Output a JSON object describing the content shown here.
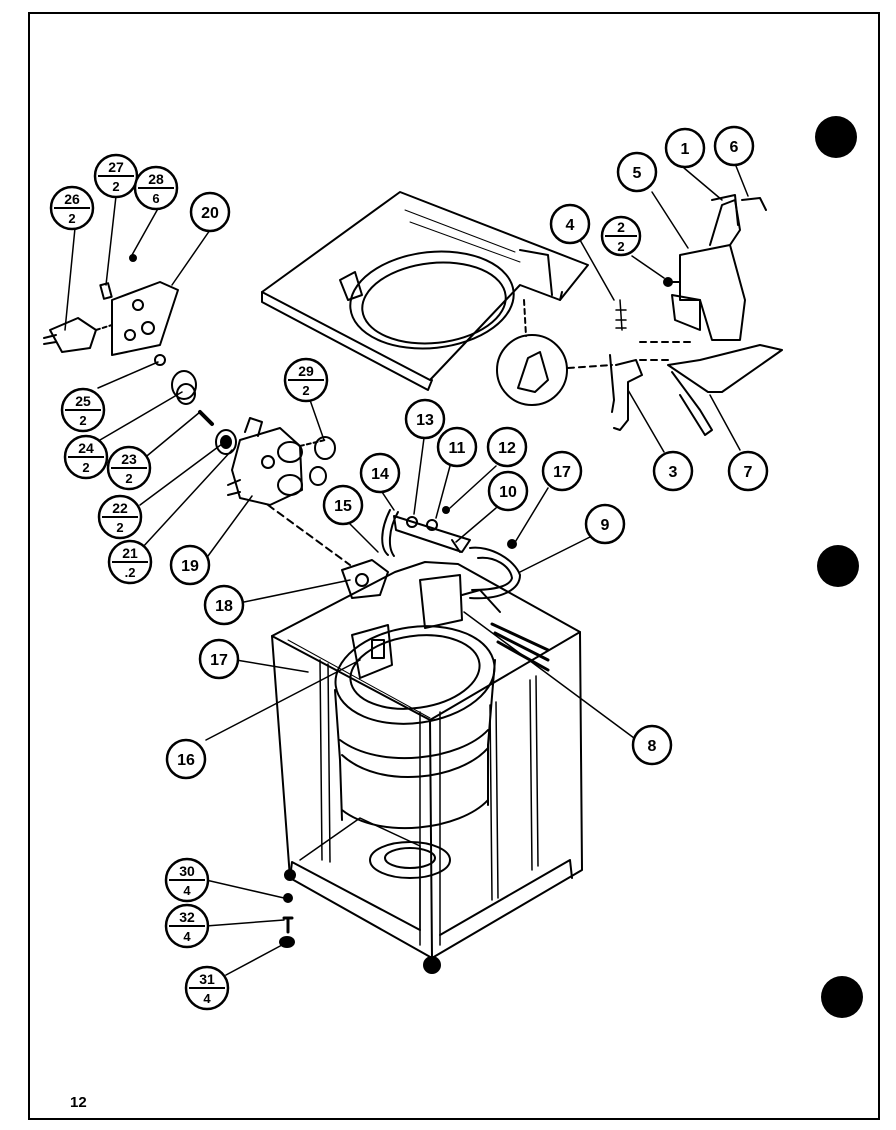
{
  "page_number": "12",
  "callouts": [
    {
      "id": "c1",
      "number": "1",
      "qty": ""
    },
    {
      "id": "c6",
      "number": "6",
      "qty": ""
    },
    {
      "id": "c5",
      "number": "5",
      "qty": ""
    },
    {
      "id": "c4",
      "number": "4",
      "qty": ""
    },
    {
      "id": "c2",
      "number": "2",
      "qty": "2"
    },
    {
      "id": "c3",
      "number": "3",
      "qty": ""
    },
    {
      "id": "c7",
      "number": "7",
      "qty": ""
    },
    {
      "id": "c27",
      "number": "27",
      "qty": "2"
    },
    {
      "id": "c28",
      "number": "28",
      "qty": "6"
    },
    {
      "id": "c26",
      "number": "26",
      "qty": "2"
    },
    {
      "id": "c20",
      "number": "20",
      "qty": ""
    },
    {
      "id": "c25",
      "number": "25",
      "qty": "2"
    },
    {
      "id": "c24",
      "number": "24",
      "qty": "2"
    },
    {
      "id": "c23",
      "number": "23",
      "qty": "2"
    },
    {
      "id": "c22",
      "number": "22",
      "qty": "2"
    },
    {
      "id": "c21",
      "number": "21",
      "qty": ".2"
    },
    {
      "id": "c19",
      "number": "19",
      "qty": ""
    },
    {
      "id": "c29",
      "number": "29",
      "qty": "2"
    },
    {
      "id": "c13",
      "number": "13",
      "qty": ""
    },
    {
      "id": "c11",
      "number": "11",
      "qty": ""
    },
    {
      "id": "c12",
      "number": "12",
      "qty": ""
    },
    {
      "id": "c14",
      "number": "14",
      "qty": ""
    },
    {
      "id": "c15",
      "number": "15",
      "qty": ""
    },
    {
      "id": "c10",
      "number": "10",
      "qty": ""
    },
    {
      "id": "c17a",
      "number": "17",
      "qty": ""
    },
    {
      "id": "c9",
      "number": "9",
      "qty": ""
    },
    {
      "id": "c18",
      "number": "18",
      "qty": ""
    },
    {
      "id": "c17b",
      "number": "17",
      "qty": ""
    },
    {
      "id": "c16",
      "number": "16",
      "qty": ""
    },
    {
      "id": "c8",
      "number": "8",
      "qty": ""
    },
    {
      "id": "c30",
      "number": "30",
      "qty": "4"
    },
    {
      "id": "c32",
      "number": "32",
      "qty": "4"
    },
    {
      "id": "c31",
      "number": "31",
      "qty": "4"
    }
  ]
}
